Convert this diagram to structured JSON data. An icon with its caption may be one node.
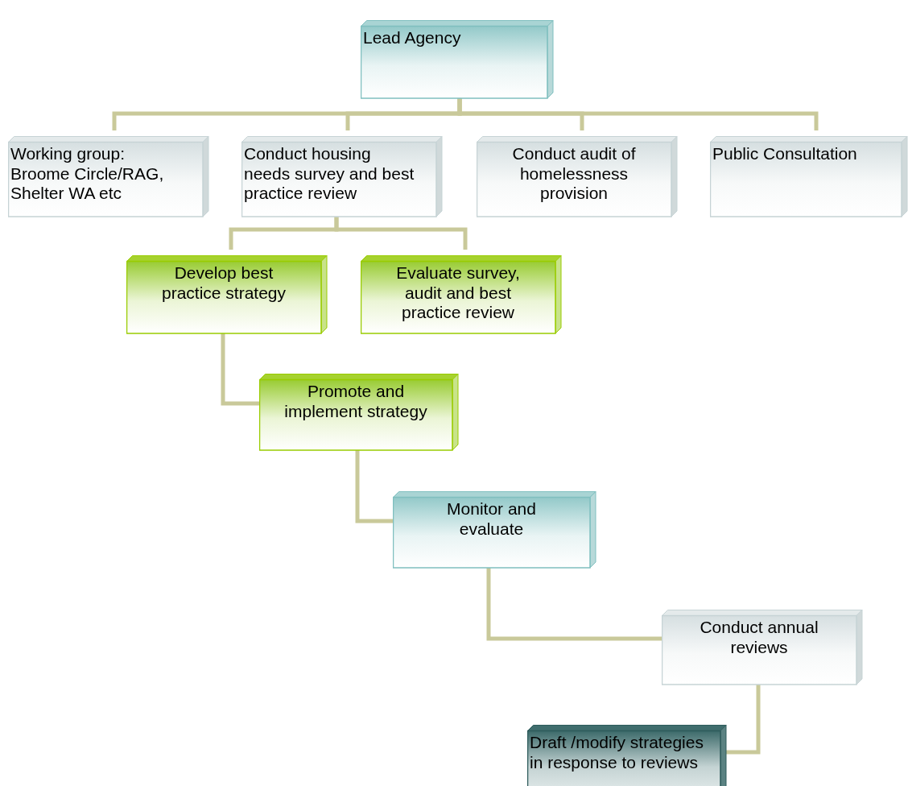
{
  "diagram": {
    "nodes": [
      {
        "text": [
          "Lead Agency"
        ]
      },
      {
        "text": [
          "Working group: Broome Circle/RAG, Shelter WA etc"
        ]
      },
      {
        "text": [
          "Conduct housing needs survey and best practice review"
        ]
      },
      {
        "text": [
          "Conduct audit of homelessness provision"
        ]
      },
      {
        "text": [
          "Public Consultation"
        ]
      },
      {
        "text": [
          "Develop best practice strategy"
        ]
      },
      {
        "text": [
          "Evaluate survey, audit and best practice review"
        ]
      },
      {
        "text": [
          "Promote and implement strategy"
        ]
      },
      {
        "text": [
          "Monitor and evaluate"
        ]
      },
      {
        "text": [
          "Conduct annual reviews"
        ]
      },
      {
        "text": [
          "Draft /modify strategies in response to reviews"
        ]
      }
    ],
    "edges": [
      {
        "from": 0,
        "to": 1,
        "arrow": "none"
      },
      {
        "from": 0,
        "to": 2,
        "arrow": "none"
      },
      {
        "from": 0,
        "to": 3,
        "arrow": "none"
      },
      {
        "from": 0,
        "to": 4,
        "arrow": "none"
      },
      {
        "from": 2,
        "to": 5,
        "arrow": "none"
      },
      {
        "from": 2,
        "to": 6,
        "arrow": "none"
      },
      {
        "from": 5,
        "to": 7,
        "arrow": "none"
      },
      {
        "from": 7,
        "to": 8,
        "arrow": "none"
      },
      {
        "from": 8,
        "to": 9,
        "arrow": "none"
      },
      {
        "from": 9,
        "to": 10,
        "arrow": "none"
      }
    ]
  }
}
